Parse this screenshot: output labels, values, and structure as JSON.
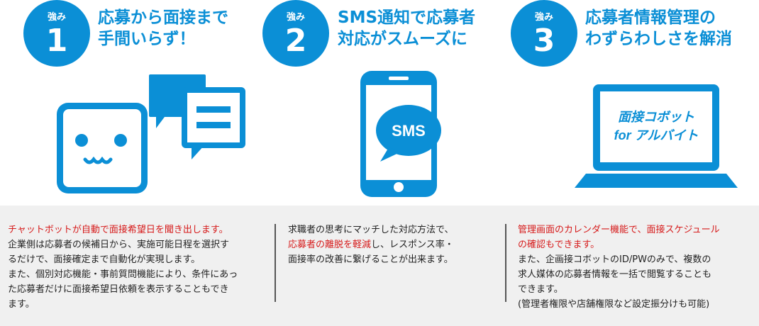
{
  "colors": {
    "accent": "#0b8fd6",
    "highlight": "#d61a1a",
    "panel": "#f0f0f0"
  },
  "strengths": [
    {
      "badge_label": "強み",
      "number": "1",
      "title_lines": [
        "応募から面接まで",
        "手間いらず！"
      ],
      "illustration": "chatbot-face-with-speech-bubble",
      "desc": {
        "l1": "チャットボットが自動で面接希望日を聞き出します。",
        "l2": "企業側は応募者の候補日から、実施可能日程を選択す",
        "l3": "るだけで、面接確定まで自動化が実現します。",
        "l4": "また、個別対応機能・事前質問機能により、条件にあっ",
        "l5": "た応募者だけに面接希望日依頼を表示することもでき",
        "l6": "ます。"
      }
    },
    {
      "badge_label": "強み",
      "number": "2",
      "title_lines": [
        "SMS通知で応募者",
        "対応がスムーズに"
      ],
      "illustration": "smartphone-sms",
      "sms_label": "SMS",
      "desc": {
        "l1": "求職者の思考にマッチした対応方法で、",
        "l2a": "応募者の離脱を軽減",
        "l2b": "し、レスポンス率・",
        "l3": "面接率の改善に繋げることが出来ます。"
      }
    },
    {
      "badge_label": "強み",
      "number": "3",
      "title_lines": [
        "応募者情報管理の",
        "わずらわしさを解消"
      ],
      "illustration": "laptop",
      "logo_lines": [
        "面接コボット",
        "for アルバイト"
      ],
      "desc": {
        "l1": "管理画面のカレンダー機能で、面接スケジュール",
        "l2": "の確認もできます。",
        "l3": "また、企画接コボットのID/PWのみで、複数の",
        "l4": "求人媒体の応募者情報を一括で閲覧することも",
        "l5": "できます。",
        "l6": "(管理者権限や店舗権限など設定振分けも可能)"
      }
    }
  ]
}
